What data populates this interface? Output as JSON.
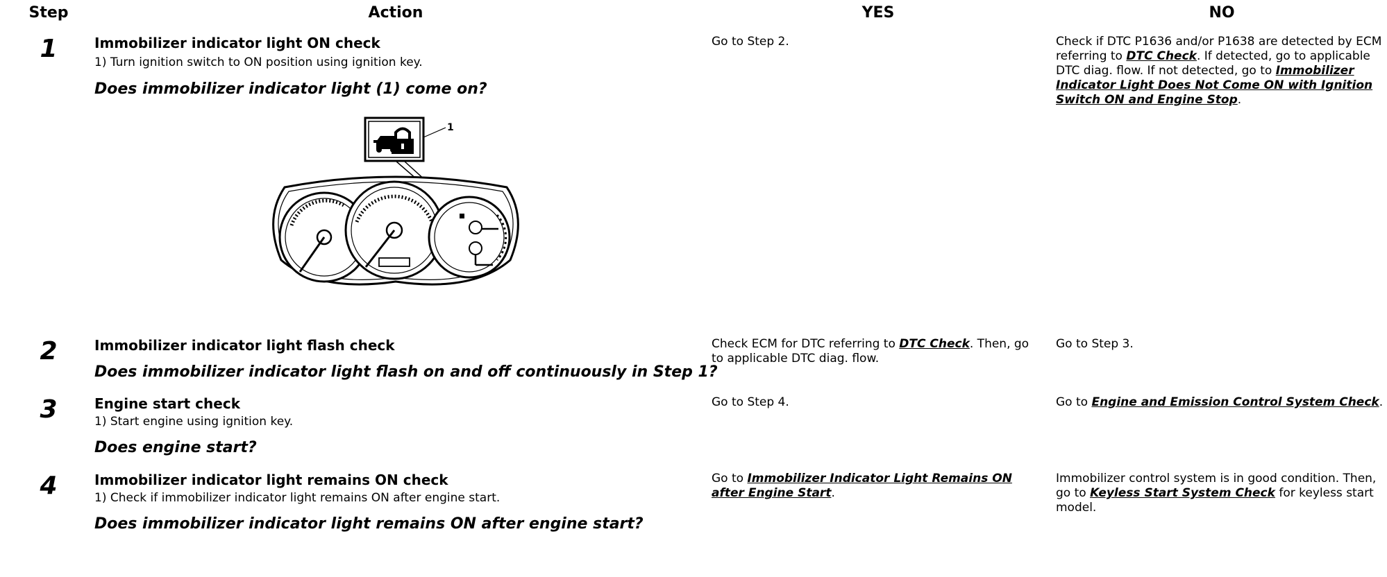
{
  "headers": {
    "step": "Step",
    "action": "Action",
    "yes": "YES",
    "no": "NO"
  },
  "steps": [
    {
      "num": "1",
      "title": "Immobilizer indicator light ON check",
      "sub": "1)  Turn ignition switch to ON position using ignition key.",
      "question": "Does immobilizer indicator light (1) come on?",
      "figure_label": "1",
      "yes": {
        "text": "Go to Step 2."
      },
      "no": {
        "pre": "Check if DTC P1636 and/or P1638 are detected by ECM referring to ",
        "link1": "DTC Check",
        "mid": ". If detected, go to applicable DTC diag. flow. If not detected, go to ",
        "link2": "Immobilizer Indicator Light Does Not Come ON with Ignition Switch ON and Engine Stop",
        "post": "."
      }
    },
    {
      "num": "2",
      "title": "Immobilizer indicator light flash check",
      "question": "Does immobilizer indicator light flash on and off continuously in Step 1?",
      "yes": {
        "pre": "Check ECM for DTC referring to ",
        "link": "DTC Check",
        "post": ". Then, go to applicable DTC diag. flow."
      },
      "no": {
        "text": "Go to Step 3."
      }
    },
    {
      "num": "3",
      "title": "Engine start check",
      "sub": "1)  Start engine using ignition key.",
      "question": "Does engine start?",
      "yes": {
        "text": "Go to Step 4."
      },
      "no": {
        "pre": "Go to ",
        "link": "Engine and Emission Control System Check",
        "post": "."
      }
    },
    {
      "num": "4",
      "title": "Immobilizer indicator light remains ON check",
      "sub": "1)  Check if immobilizer indicator light remains ON after engine start.",
      "question": "Does immobilizer indicator light remains ON after engine start?",
      "yes": {
        "pre": "Go to ",
        "link": "Immobilizer Indicator Light Remains ON after Engine Start",
        "post": "."
      },
      "no": {
        "pre": "Immobilizer control system is in good condition. Then, go to ",
        "link": "Keyless Start System Check",
        "post": " for keyless start model."
      }
    }
  ]
}
